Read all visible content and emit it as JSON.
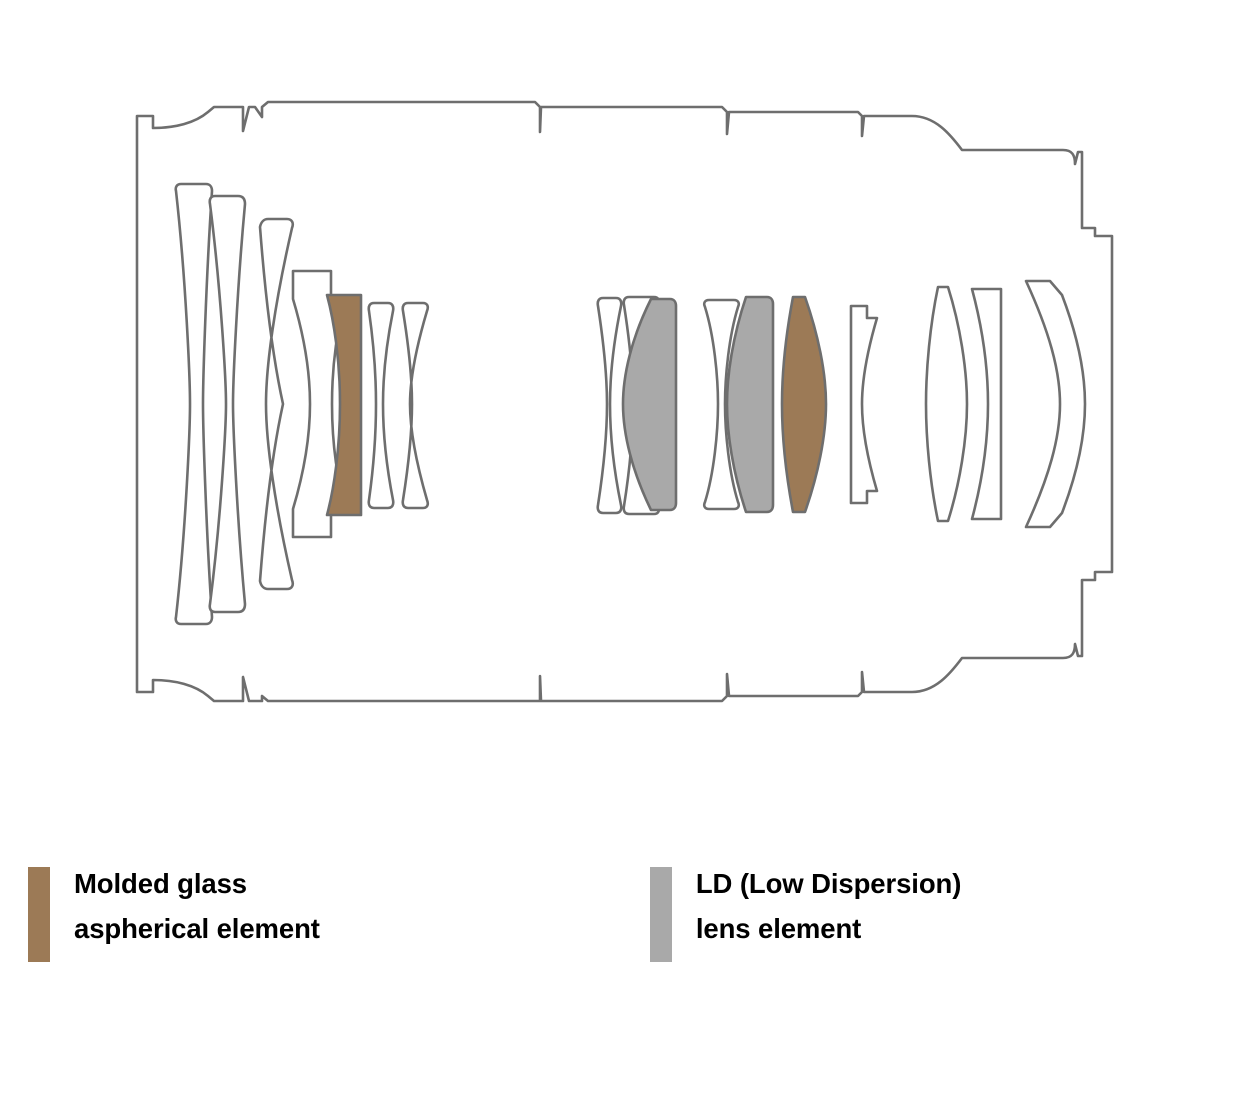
{
  "title": "Lens optical construction diagram",
  "colors": {
    "outline": "#6e6e6e",
    "aspherical_brown": "#9c7a56",
    "ld_gray": "#a9a9a9",
    "background": "#ffffff",
    "text": "#000000"
  },
  "diagram": {
    "name": "lens-cross-section",
    "description": "Cross-section of a zoom camera lens showing barrel housing and 16 glass elements",
    "element_count": 16,
    "groups": [
      {
        "name": "front-group",
        "elements": [
          {
            "id": "e1",
            "type": "meniscus",
            "fill": "clear"
          },
          {
            "id": "e2",
            "type": "meniscus",
            "fill": "clear"
          },
          {
            "id": "e3",
            "type": "meniscus",
            "fill": "clear"
          },
          {
            "id": "e4",
            "type": "biconvex-flanged",
            "fill": "clear"
          },
          {
            "id": "e5",
            "type": "aspherical-concave",
            "fill": "aspherical_brown"
          },
          {
            "id": "e6",
            "type": "meniscus",
            "fill": "clear"
          },
          {
            "id": "e7",
            "type": "meniscus",
            "fill": "clear"
          }
        ]
      },
      {
        "name": "middle-group",
        "elements": [
          {
            "id": "e8",
            "type": "meniscus",
            "fill": "clear"
          },
          {
            "id": "e9",
            "type": "meniscus",
            "fill": "clear"
          },
          {
            "id": "e10",
            "type": "plano-convex",
            "fill": "ld_gray"
          },
          {
            "id": "e11",
            "type": "biconcave",
            "fill": "clear"
          },
          {
            "id": "e12",
            "type": "plano-convex",
            "fill": "ld_gray"
          },
          {
            "id": "e13",
            "type": "biconvex",
            "fill": "aspherical_brown"
          },
          {
            "id": "e14",
            "type": "thin-meniscus-notched",
            "fill": "clear"
          }
        ]
      },
      {
        "name": "rear-group",
        "elements": [
          {
            "id": "e15",
            "type": "biconvex",
            "fill": "clear"
          },
          {
            "id": "e16",
            "type": "biconcave",
            "fill": "clear"
          },
          {
            "id": "e17",
            "type": "thick-meniscus",
            "fill": "clear"
          }
        ]
      }
    ]
  },
  "legend": {
    "name": "element-type-legend",
    "items": [
      {
        "swatch_color": "#9c7a56",
        "swatch_name": "aspherical-swatch",
        "line1": "Molded glass",
        "line2": "aspherical element"
      },
      {
        "swatch_color": "#a9a9a9",
        "swatch_name": "ld-swatch",
        "line1": "LD (Low Dispersion)",
        "line2": "lens element"
      }
    ]
  }
}
